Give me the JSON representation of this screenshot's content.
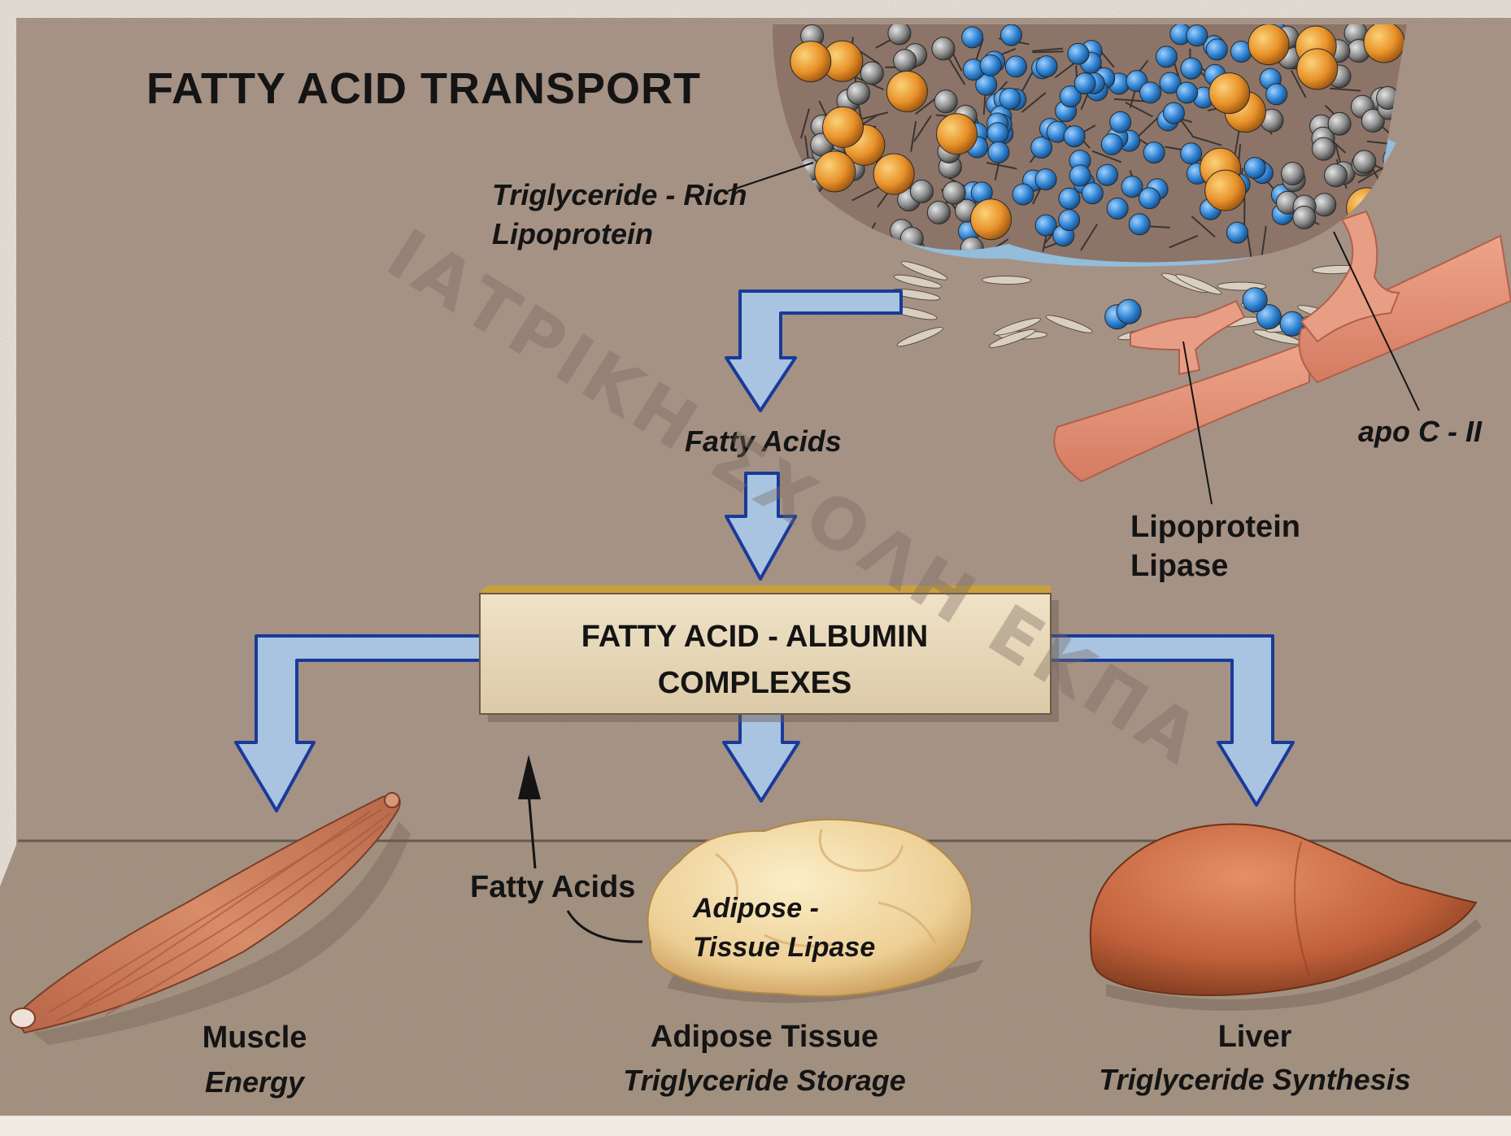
{
  "title": "FATTY ACID TRANSPORT",
  "labels": {
    "lipoprotein_line1": "Triglyceride - Rich",
    "lipoprotein_line2": "Lipoprotein",
    "fatty_acids_top": "Fatty Acids",
    "apo": "apo C - II",
    "lpl_line1": "Lipoprotein",
    "lpl_line2": "Lipase",
    "complex_line1": "FATTY ACID - ALBUMIN",
    "complex_line2": "COMPLEXES",
    "fatty_acids_bottom": "Fatty Acids",
    "atl_line1": "Adipose -",
    "atl_line2": "Tissue  Lipase"
  },
  "organs": [
    {
      "name": "Muscle",
      "role": "Energy"
    },
    {
      "name": "Adipose Tissue",
      "role": "Triglyceride Storage"
    },
    {
      "name": "Liver",
      "role": "Triglyceride Synthesis"
    }
  ],
  "watermark": "ΙΑΤΡΙΚΗ ΣΧΟΛΗ ΕΚΠΑ",
  "colors": {
    "background": "#a89486",
    "floor": "#a4917f",
    "arrow": "#a8c4e0",
    "arrow_edge": "#1a3a9a",
    "box": "#e6d6b8",
    "box_top": "#c9a13c",
    "muscle": "#c97858",
    "adipose": "#edcf95",
    "liver": "#c0603a",
    "endothelium": "#e4977f",
    "lipid_orange": "#e8922a",
    "lipid_blue": "#2f83d2",
    "lipid_gray": "#8a8a8a"
  }
}
